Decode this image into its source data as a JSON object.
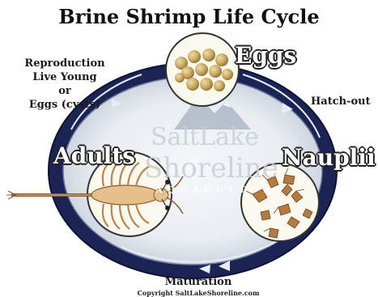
{
  "title": "Brine Shrimp Life Cycle",
  "stages": {
    "eggs": "Eggs",
    "nauplii": "Nauplii",
    "adults": "Adults"
  },
  "transitions": {
    "reproduction": [
      "Reproduction",
      "Live Young",
      "or",
      "Eggs (cysts)"
    ],
    "hatch_out": "Hatch-out",
    "maturation": "Maturation"
  },
  "copyright": "Copyright SaltLakeShoreline.com",
  "watermark": {
    "line1": "SaltLake",
    "line2": "Shoreline",
    "line3": "AQUACULTURE"
  },
  "colors": {
    "ring": "#1c2456",
    "ring_edge": "#0d1233",
    "arrow": "#ffffff",
    "egg": "#c8a860",
    "circle_fill": "#fbf8ee"
  }
}
